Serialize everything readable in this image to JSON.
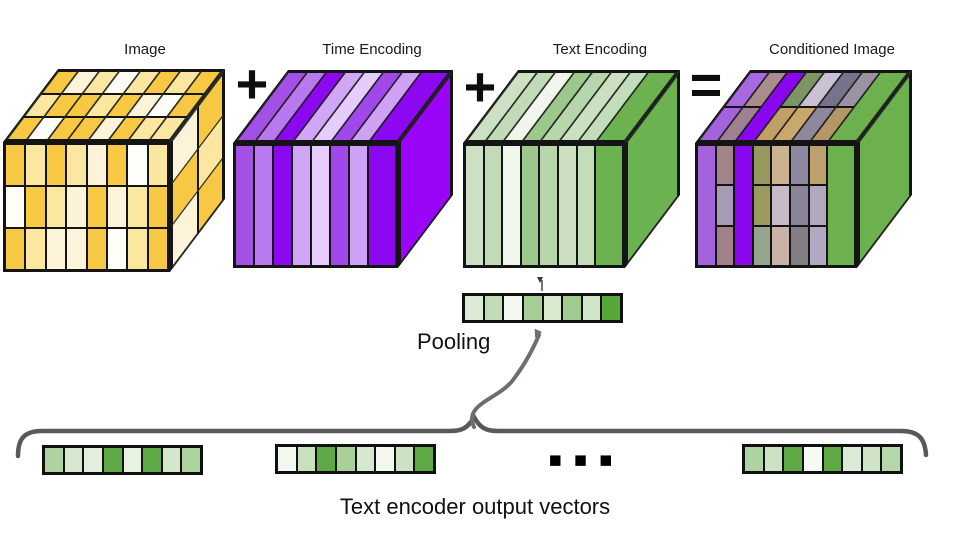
{
  "operators": {
    "plus_1": "+",
    "plus_2": "+",
    "equals": "="
  },
  "cubes": [
    {
      "name": "image-cube",
      "label": "Image",
      "front_cols": [
        {
          "w": 1,
          "cells": [
            "#F7C843",
            "#FEFEF9",
            "#F7C843"
          ]
        },
        {
          "w": 1,
          "cells": [
            "#FBE7A0",
            "#F7C843",
            "#FBE7A0"
          ]
        },
        {
          "w": 1,
          "cells": [
            "#F7C843",
            "#FBE7A0",
            "#FCF3D8"
          ]
        },
        {
          "w": 1,
          "cells": [
            "#FBE7A0",
            "#FCF3D8",
            "#FCF3D8"
          ]
        },
        {
          "w": 1,
          "cells": [
            "#FCF3D8",
            "#F7C843",
            "#F7C843"
          ]
        },
        {
          "w": 1,
          "cells": [
            "#F7C843",
            "#FCF3D8",
            "#FEFEF9"
          ]
        },
        {
          "w": 1,
          "cells": [
            "#FEFEF9",
            "#FBE7A0",
            "#FBE7A0"
          ]
        },
        {
          "w": 1,
          "cells": [
            "#FBE7A0",
            "#F7C843",
            "#F7C843"
          ]
        }
      ],
      "top_cols": [
        {
          "cells": [
            "#F7C843",
            "#FBE7A0",
            "#F7C843"
          ]
        },
        {
          "cells": [
            "#FCF3D8",
            "#F7C843",
            "#FEFEF9"
          ]
        },
        {
          "cells": [
            "#FBE7A0",
            "#F7C843",
            "#F7C843"
          ]
        },
        {
          "cells": [
            "#FEFEF9",
            "#FBE7A0",
            "#F7C843"
          ]
        },
        {
          "cells": [
            "#FBE7A0",
            "#F7C843",
            "#FCF3D8"
          ]
        },
        {
          "cells": [
            "#F7C843",
            "#FCF3D8",
            "#F7C843"
          ]
        },
        {
          "cells": [
            "#FBE7A0",
            "#FEFEF9",
            "#FBE7A0"
          ]
        },
        {
          "cells": [
            "#F7C843",
            "#F7C843",
            "#FBE7A0"
          ]
        }
      ],
      "right_cols": [
        {
          "w": 1,
          "cells": [
            "#FCF3D8",
            "#F7C843",
            "#FCF3D8"
          ]
        },
        {
          "w": 1,
          "cells": [
            "#F7C843",
            "#FBE7A0",
            "#F7C843"
          ]
        }
      ]
    },
    {
      "name": "time-encoding-cube",
      "label": "Time Encoding",
      "front_cols": [
        {
          "w": 1,
          "cells": [
            "#A251E4"
          ]
        },
        {
          "w": 1,
          "cells": [
            "#B878EE"
          ]
        },
        {
          "w": 1,
          "cells": [
            "#8B08F0"
          ]
        },
        {
          "w": 1,
          "cells": [
            "#D2A6F6"
          ]
        },
        {
          "w": 1,
          "cells": [
            "#E6CCFA"
          ]
        },
        {
          "w": 1,
          "cells": [
            "#A148EA"
          ]
        },
        {
          "w": 1,
          "cells": [
            "#CEA1F5"
          ]
        },
        {
          "w": 1.5,
          "cells": [
            "#8B08F0"
          ]
        }
      ],
      "top_cols": [
        {
          "cells": [
            "#A251E4"
          ]
        },
        {
          "cells": [
            "#B878EE"
          ]
        },
        {
          "cells": [
            "#8B08F0"
          ]
        },
        {
          "cells": [
            "#D2A6F6"
          ]
        },
        {
          "cells": [
            "#E6CCFA"
          ]
        },
        {
          "cells": [
            "#A148EA"
          ]
        },
        {
          "cells": [
            "#CEA1F5"
          ]
        },
        {
          "cells": [
            "#8B08F0"
          ]
        }
      ],
      "right_cols": [
        {
          "w": 1,
          "cells": [
            "#9B05F7"
          ]
        }
      ]
    },
    {
      "name": "text-encoding-cube",
      "label": "Text Encoding",
      "front_cols": [
        {
          "w": 1,
          "cells": [
            "#CCE0C3"
          ]
        },
        {
          "w": 1,
          "cells": [
            "#C1DBB7"
          ]
        },
        {
          "w": 1,
          "cells": [
            "#F1F6EC"
          ]
        },
        {
          "w": 1,
          "cells": [
            "#9CC88C"
          ]
        },
        {
          "w": 1,
          "cells": [
            "#B7D6AC"
          ]
        },
        {
          "w": 1,
          "cells": [
            "#CAE0C1"
          ]
        },
        {
          "w": 1,
          "cells": [
            "#C3DCB9"
          ]
        },
        {
          "w": 1.5,
          "cells": [
            "#6DB250"
          ]
        }
      ],
      "top_cols": [
        {
          "cells": [
            "#CCE0C3"
          ]
        },
        {
          "cells": [
            "#C1DBB7"
          ]
        },
        {
          "cells": [
            "#F1F6EC"
          ]
        },
        {
          "cells": [
            "#9CC88C"
          ]
        },
        {
          "cells": [
            "#B7D6AC"
          ]
        },
        {
          "cells": [
            "#CAE0C1"
          ]
        },
        {
          "cells": [
            "#C3DCB9"
          ]
        },
        {
          "cells": [
            "#6DB250"
          ]
        }
      ],
      "right_cols": [
        {
          "w": 1,
          "cells": [
            "#6DB250"
          ]
        }
      ]
    },
    {
      "name": "conditioned-image-cube",
      "label": "Conditioned Image",
      "front_cols": [
        {
          "w": 1,
          "cells": [
            "#A263DC"
          ]
        },
        {
          "w": 1,
          "cells": [
            "#A3848B",
            "#A79BB5",
            "#A28089"
          ]
        },
        {
          "w": 1,
          "cells": [
            "#8A06EE"
          ]
        },
        {
          "w": 1,
          "cells": [
            "#97995F",
            "#9B9A61",
            "#96A38D"
          ]
        },
        {
          "w": 1,
          "cells": [
            "#CBB290",
            "#C5BAC6",
            "#C9B2A6"
          ]
        },
        {
          "w": 1,
          "cells": [
            "#8A879E",
            "#8A8497",
            "#837D86"
          ]
        },
        {
          "w": 1,
          "cells": [
            "#BEA06F",
            "#B2A8BD",
            "#B1A9C2"
          ]
        },
        {
          "w": 1.5,
          "cells": [
            "#6CB14E"
          ]
        }
      ],
      "top_cols": [
        {
          "cells": [
            "#A868E0",
            "#A263DC"
          ]
        },
        {
          "cells": [
            "#AB8C8C",
            "#9F8090"
          ]
        },
        {
          "cells": [
            "#8A06EE"
          ]
        },
        {
          "cells": [
            "#7E9465",
            "#C0A065"
          ]
        },
        {
          "cells": [
            "#CCC0D4",
            "#C9A96B"
          ]
        },
        {
          "cells": [
            "#77738A",
            "#8D889B"
          ]
        },
        {
          "cells": [
            "#9B93A3",
            "#B49668"
          ]
        },
        {
          "cells": [
            "#6CB14E"
          ]
        }
      ],
      "right_cols": [
        {
          "w": 1,
          "cells": [
            "#6CB14E"
          ]
        }
      ]
    }
  ],
  "pooling": {
    "label": "Pooling",
    "cells": [
      "#DDEBD6",
      "#C1DCB5",
      "#F4F9F0",
      "#A6CF97",
      "#D8E9D0",
      "#9FCA90",
      "#D0E4C7",
      "#57A738"
    ]
  },
  "bottom": {
    "caption": "Text encoder output vectors",
    "ellipsis": "▪▪▪",
    "vectors": [
      {
        "cells": [
          "#AFD3A0",
          "#D8E8D0",
          "#E3EFDC",
          "#5FA846",
          "#E9F3E3",
          "#5FA846",
          "#D4E6CB",
          "#ACD29D"
        ]
      },
      {
        "cells": [
          "#F2F8EE",
          "#C9E0BE",
          "#5FA846",
          "#A9D099",
          "#D6E8CD",
          "#F2F8EE",
          "#CCE2C2",
          "#5FA846"
        ]
      },
      {
        "cells": [
          "#AFD3A0",
          "#CCE2C2",
          "#5FA846",
          "#F6FAF2",
          "#5FA846",
          "#DCEBD5",
          "#CFE3C6",
          "#B5D6A8"
        ]
      }
    ]
  },
  "stroke_colors": {
    "brace": "#58595B",
    "curve_arrow": "#6D6E71",
    "thin_arrow": "#3a3a3a"
  }
}
